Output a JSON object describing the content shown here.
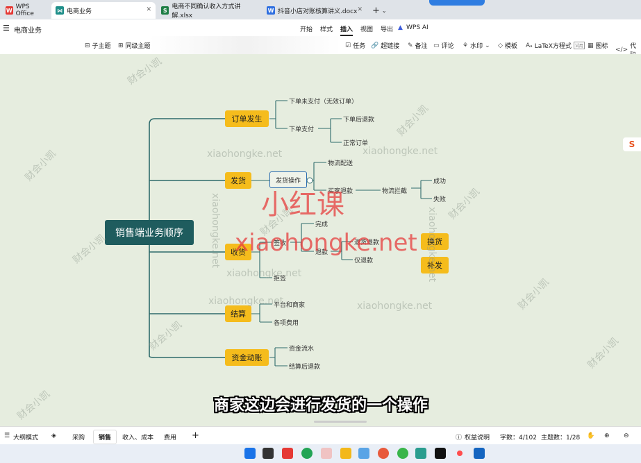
{
  "tabs": [
    {
      "label": "WPS Office",
      "icon": "wps-logo-icon",
      "color": "#e53935"
    },
    {
      "label": "电商业务",
      "icon": "mindmap-icon",
      "color": "#1f8f8a"
    },
    {
      "label": "电商不同确认收入方式讲解.xlsx",
      "icon": "spreadsheet-icon",
      "color": "#1e7e45"
    },
    {
      "label": "抖音小店对账核算讲义.docx",
      "icon": "document-icon",
      "color": "#2f6fe0"
    }
  ],
  "new_tab_label": "+",
  "doc_title": "电商业务",
  "menu": [
    "开始",
    "样式",
    "插入",
    "视图",
    "导出"
  ],
  "menu_active": "插入",
  "wps_ai": "WPS AI",
  "toolbar": {
    "subtopic": "子主题",
    "sibling": "同级主题",
    "task": "任务",
    "hyperlink": "超链接",
    "note": "备注",
    "comment": "评论",
    "watermark": "水印",
    "template": "模板",
    "latex": "LaTeX方程式",
    "latex_badge": "试用",
    "icon": "图标",
    "code": "代码"
  },
  "mindmap": {
    "root": "销售端业务顺序",
    "categories": [
      "订单发生",
      "发货",
      "收货",
      "结算",
      "资金动账",
      "换货",
      "补发"
    ],
    "leaves": {
      "order_unpaid": "下单未支付（无效订单）",
      "order_paid": "下单支付",
      "refund_after_order": "下单后退款",
      "normal_order": "正常订单",
      "ship_op": "发货操作",
      "logistics": "物流配送",
      "buyer_refund": "买家退款",
      "intercept": "物流拦截",
      "success": "成功",
      "fail": "失败",
      "sign": "签收",
      "complete": "完成",
      "refund": "退款",
      "return_refund": "退货退款",
      "refund_only": "仅退款",
      "reject": "拒签",
      "platform": "平台和商家",
      "fees": "各项费用",
      "flow": "资金流水",
      "settled_refund": "结算后退款"
    }
  },
  "watermarks": {
    "site": "xiaohongke.net",
    "brand": "小红课",
    "author": "财会小凯"
  },
  "subtitle": "商家这边会进行发货的一个操作",
  "statusbar": {
    "outline": "大纲模式",
    "sheets": [
      "采购",
      "销售",
      "收入、成本",
      "费用"
    ],
    "active_sheet": "销售",
    "add": "+",
    "rights": "权益说明",
    "wordcount": "字数：4/102",
    "topics": "主题数：1/28"
  },
  "colors": {
    "accent": "#1f5c5e",
    "category": "#f5bc1c",
    "line": "#2e6b6b",
    "canvas": "#e6eddf"
  }
}
